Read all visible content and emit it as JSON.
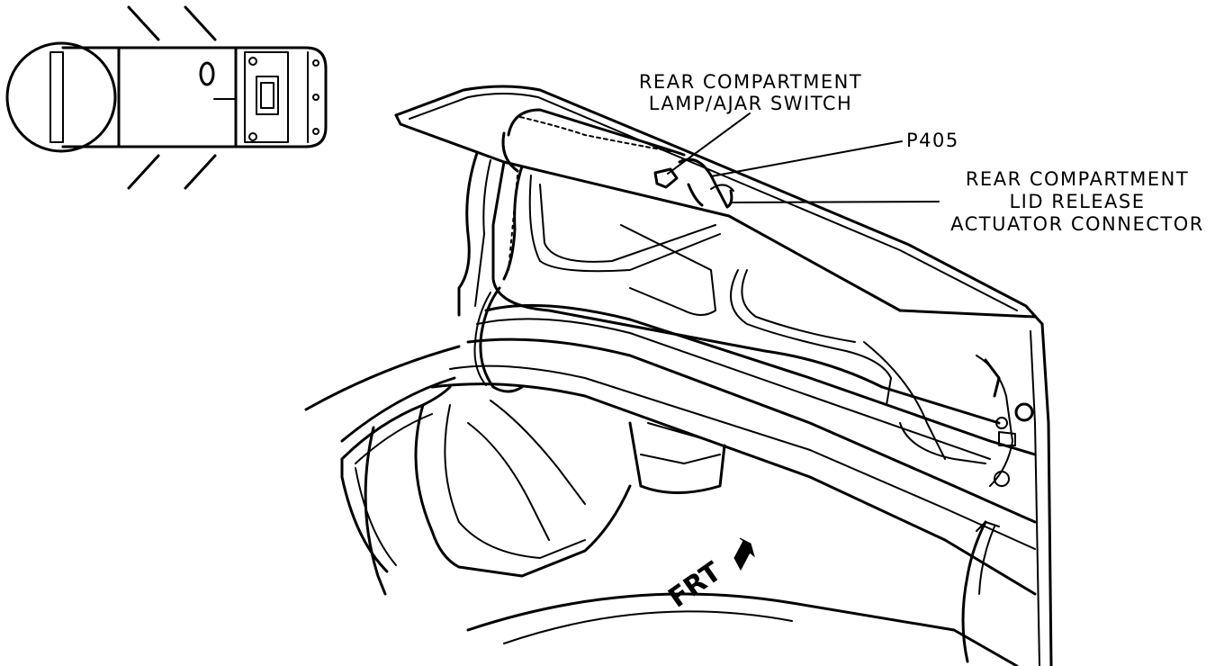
{
  "callouts": {
    "lamp_switch": [
      "REAR COMPARTMENT",
      "LAMP/AJAR SWITCH"
    ],
    "p405": "P405",
    "actuator": [
      "REAR COMPARTMENT",
      "LID RELEASE",
      "ACTUATOR CONNECTOR"
    ]
  },
  "direction": {
    "label": "FRT"
  },
  "icons": {
    "locator": "vehicle-top-view-icon",
    "direction_arrow": "arrow-icon"
  }
}
